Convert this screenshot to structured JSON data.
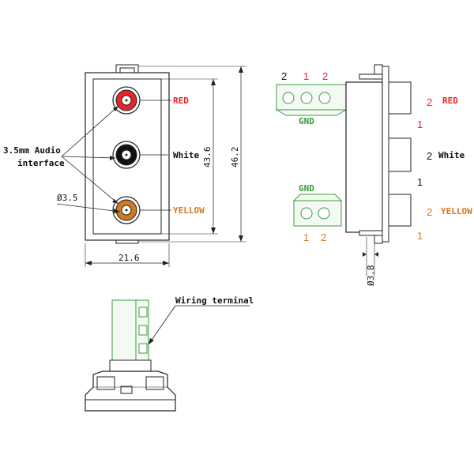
{
  "front_view": {
    "connectors": [
      {
        "label": "RED",
        "color": "#e8232a"
      },
      {
        "label": "White",
        "color": "#111111"
      },
      {
        "label": "YELLOW",
        "color": "#d47a1e"
      }
    ],
    "interface_label": [
      "3.5mm Audio",
      "interface"
    ],
    "diameter_label": "Ø3.5",
    "dim_width": "21.6",
    "dim_inner_height": "43.6",
    "dim_outer_height": "46.2"
  },
  "side_view": {
    "top_terminal_pins": [
      {
        "text": "2",
        "color": "#111111"
      },
      {
        "text": "1",
        "color": "#e8232a"
      },
      {
        "text": "2",
        "color": "#e8232a"
      }
    ],
    "top_gnd": "GND",
    "bottom_gnd": "GND",
    "bottom_terminal_pins": [
      {
        "text": "1",
        "color": "#d47a1e"
      },
      {
        "text": "2",
        "color": "#d47a1e"
      }
    ],
    "right_labels": [
      {
        "pin": "2",
        "pin_color": "#e8232a",
        "name": "RED",
        "name_color": "#e8232a"
      },
      {
        "pin": "1",
        "pin_color": "#e8232a"
      },
      {
        "pin": "2",
        "pin_color": "#111111",
        "name": "White",
        "name_color": "#111111"
      },
      {
        "pin": "1",
        "pin_color": "#111111"
      },
      {
        "pin": "2",
        "pin_color": "#d47a1e",
        "name": "YELLOW",
        "name_color": "#d47a1e"
      },
      {
        "pin": "1",
        "pin_color": "#d47a1e"
      }
    ],
    "dim_hole": "Ø3.8"
  },
  "terminal_view": {
    "label": "Wiring terminal"
  },
  "colors": {
    "line": "#222222",
    "terminal_green": "#3d9a3d",
    "terminal_fill": "#f3faf3",
    "red": "#e8232a",
    "orange": "#d47a1e"
  }
}
